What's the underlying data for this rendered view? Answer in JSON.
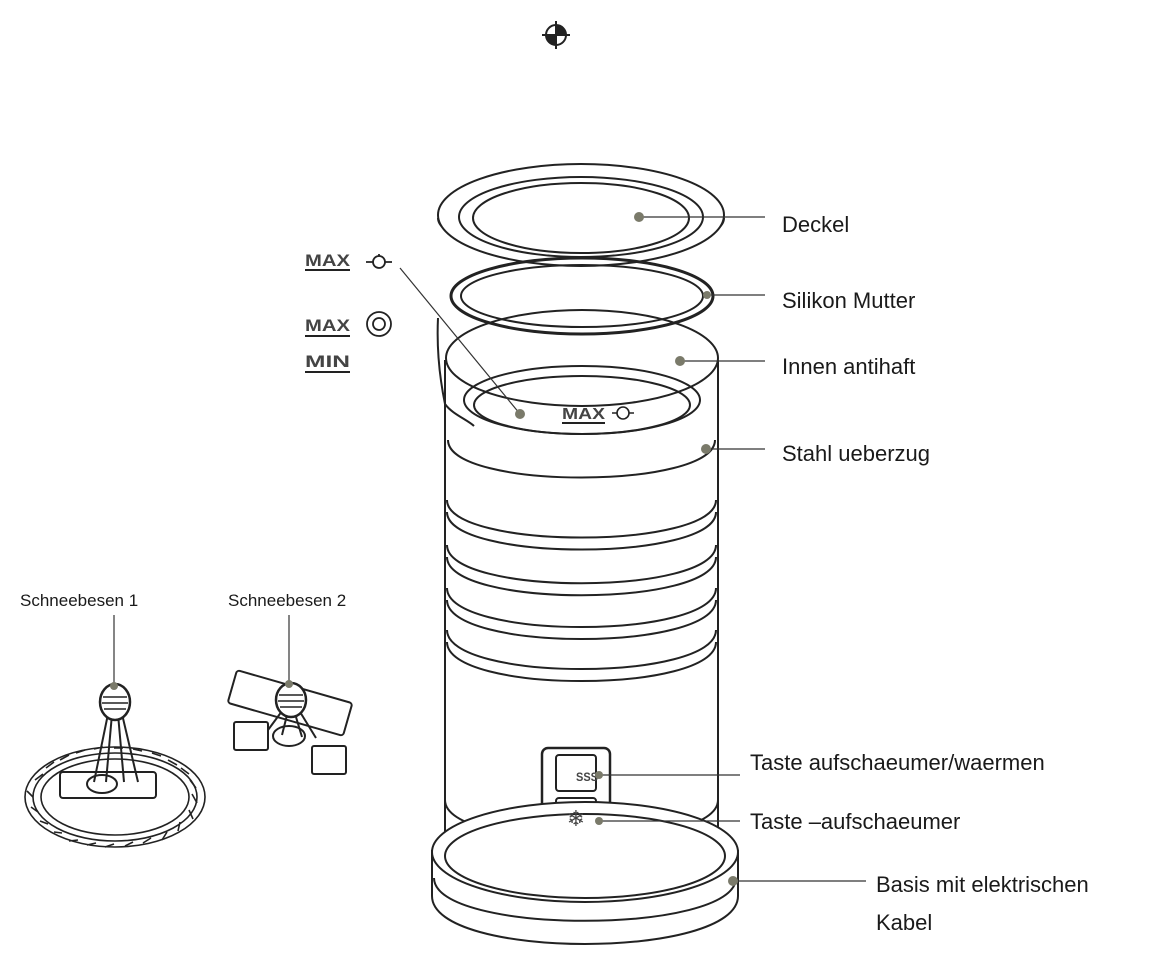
{
  "callouts": {
    "deckel": "Deckel",
    "silikon_mutter": "Silikon Mutter",
    "innen_antihaft": "Innen antihaft",
    "stahl_ueberzug": "Stahl ueberzug",
    "taste_aufschaeumer_waermen": "Taste aufschaeumer/waermen",
    "taste_aufschaeumer": "Taste –aufschaeumer",
    "basis_line1": "Basis mit elektrischen",
    "basis_line2": "Kabel",
    "schneebesen_1": "Schneebesen 1",
    "schneebesen_2": "Schneebesen 2"
  },
  "max_min_markings": {
    "max_foam": "MAX",
    "max_heat": "MAX",
    "min": "MIN",
    "max_inside": "MAX"
  },
  "button_glyphs": {
    "heat_button": "SSS",
    "foam_button": "❄"
  },
  "icons": {
    "registration_mark": "crosshair-circle-icon",
    "whisk_marker": "whisk-icon",
    "spring_marker": "spring-icon"
  },
  "colors": {
    "stroke": "#222222",
    "leader_dot": "#7a7a6a"
  }
}
